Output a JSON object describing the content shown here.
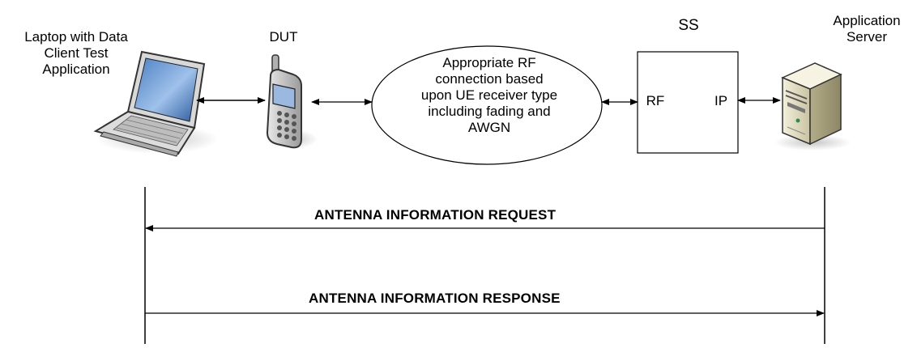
{
  "nodes": {
    "laptop": {
      "label_lines": [
        "Laptop with Data",
        "Client Test",
        "Application"
      ],
      "icon": "laptop-icon"
    },
    "dut": {
      "label": "DUT",
      "icon": "mobile-phone-icon"
    },
    "rf_connection": {
      "label_lines": [
        "Appropriate RF",
        "connection based",
        "upon UE receiver type",
        "including fading and",
        "AWGN"
      ]
    },
    "ss": {
      "title": "SS",
      "port_left": "RF",
      "port_right": "IP"
    },
    "server": {
      "label_lines": [
        "Application",
        "Server"
      ],
      "icon": "server-tower-icon"
    }
  },
  "messages": [
    {
      "label": "ANTENNA INFORMATION REQUEST",
      "direction": "server-to-laptop"
    },
    {
      "label": "ANTENNA INFORMATION RESPONSE",
      "direction": "laptop-to-server"
    }
  ]
}
